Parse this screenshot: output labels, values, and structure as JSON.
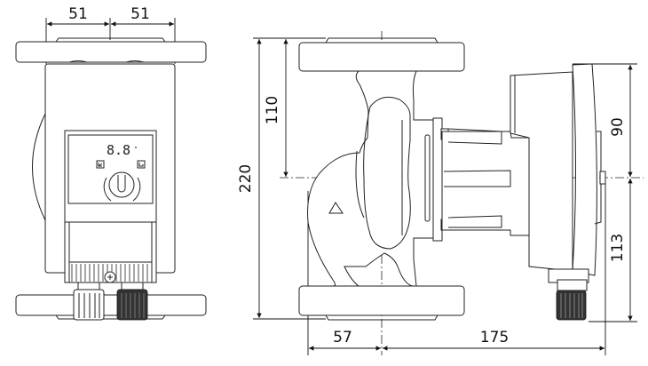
{
  "drawing": {
    "front_view": {
      "dimensions": {
        "left_half": "51",
        "right_half": "51"
      },
      "display_text": "8.8"
    },
    "side_view": {
      "dimensions": {
        "overall_height": "220",
        "top_to_axis": "110",
        "head_above_axis": "90",
        "head_below_axis": "113",
        "flange_to_axis": "57",
        "axis_to_head": "175"
      }
    }
  }
}
